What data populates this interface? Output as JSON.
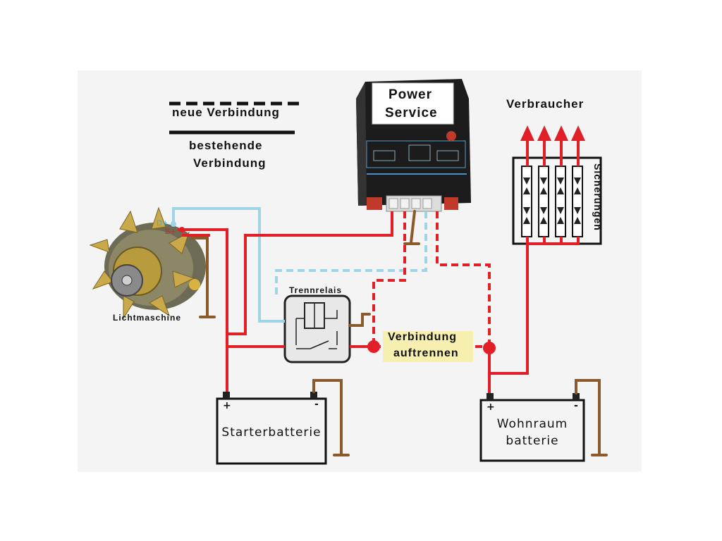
{
  "legend": {
    "new_connection": "neue Verbindung",
    "existing_connection_line1": "bestehende",
    "existing_connection_line2": "Verbindung"
  },
  "device": {
    "title_line1": "Power",
    "title_line2": "Service"
  },
  "consumers": {
    "title": "Verbraucher",
    "fuses_label": "Sicherungen"
  },
  "alternator": {
    "label": "Lichtmaschine",
    "terminal_d": "D+",
    "terminal_b": "B+"
  },
  "relay": {
    "label": "Trennrelais"
  },
  "disconnect": {
    "line1": "Verbindung",
    "line2": "auftrennen",
    "highlight_color": "#f7efb0"
  },
  "starter_battery": {
    "label": "Starterbatterie",
    "plus": "+",
    "minus": "-"
  },
  "living_battery": {
    "label_line1": "Wohnraum",
    "label_line2": "batterie",
    "plus": "+",
    "minus": "-"
  },
  "colors": {
    "positive_wire": "#e21e26",
    "ground_wire": "#8b5a2b",
    "d_plus_wire": "#9fd3e6",
    "device_body": "#1c1c1c"
  }
}
